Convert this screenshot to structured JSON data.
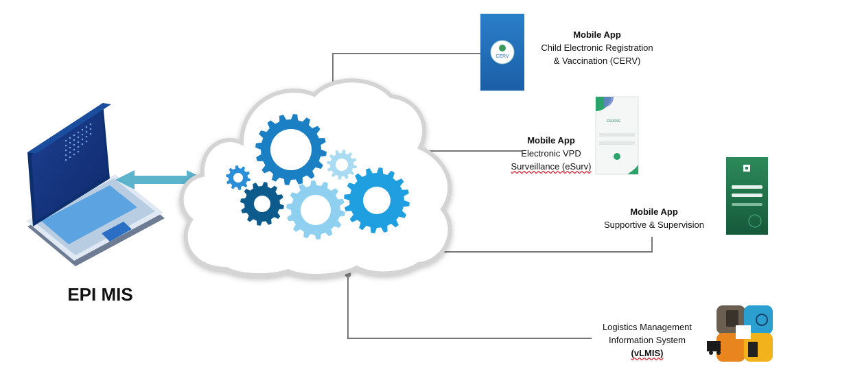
{
  "main_system": {
    "label": "EPI MIS"
  },
  "apps": [
    {
      "title": "Mobile App",
      "lines": [
        "Child Electronic Registration",
        "& Vaccination (CERV)"
      ],
      "screen_logo": "CERV"
    },
    {
      "title": "Mobile App",
      "lines": [
        "Electronic VPD",
        "Surveillance (eSurv)"
      ],
      "screen_logo": "ESURVE"
    },
    {
      "title": "Mobile App",
      "lines": [
        "Supportive & Supervision"
      ]
    }
  ],
  "lmis": {
    "lines": [
      "Logistics Management",
      "Information System",
      "(vLMIS)"
    ]
  },
  "colors": {
    "connector": "#777777",
    "arrow": "#5bb3cc",
    "gear_dark": "#0d5a8c",
    "gear_mid": "#1b7fc4",
    "gear_light": "#8fd0f0",
    "cloud_fill": "#ffffff",
    "cloud_stroke": "#d4d4d4"
  }
}
